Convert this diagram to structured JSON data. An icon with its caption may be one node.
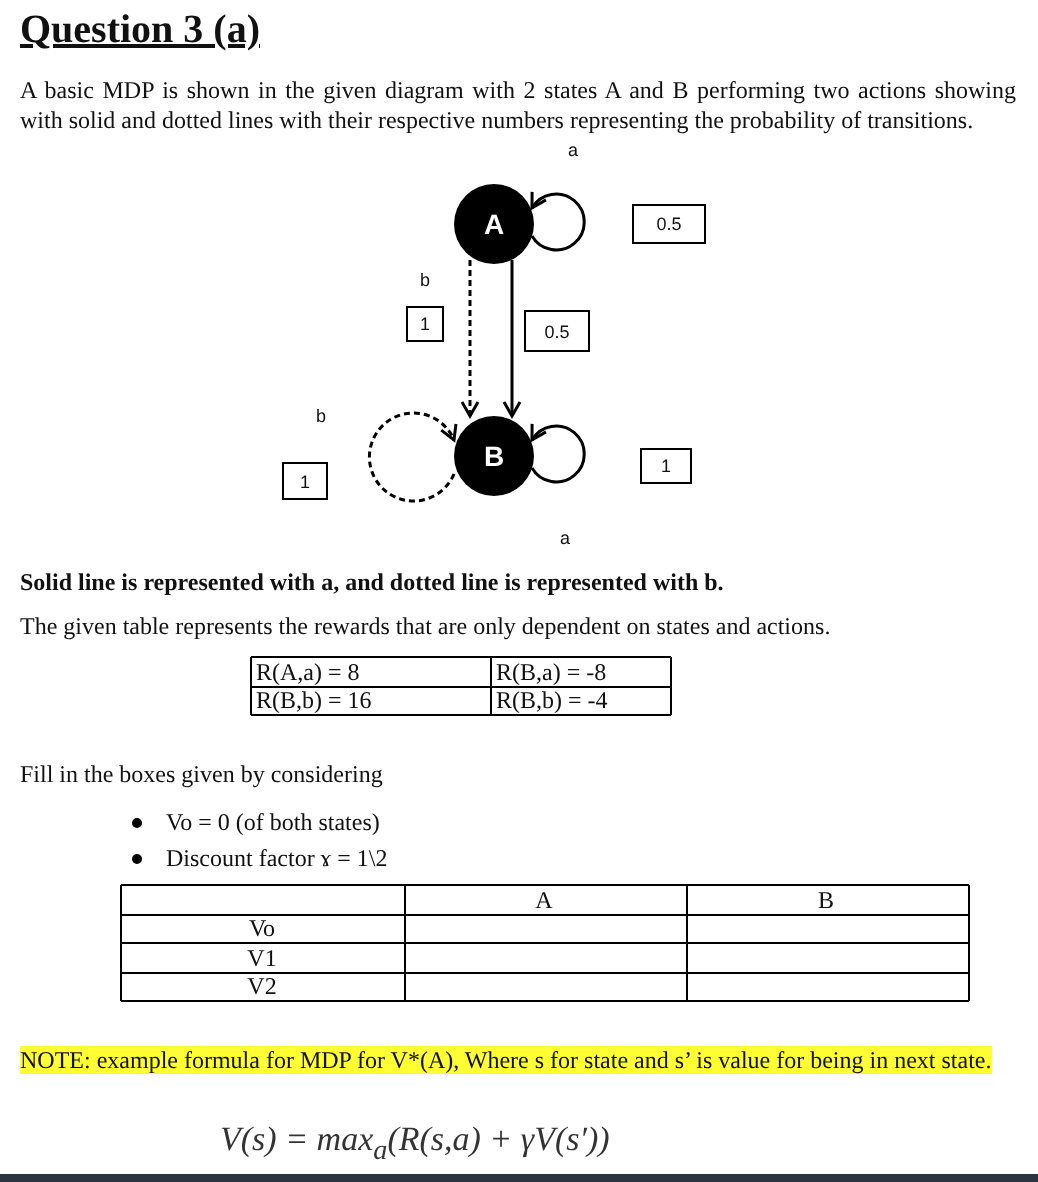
{
  "diagram": {
    "title": "Question 3 (a)",
    "nodes": [
      {
        "text": [
          "A"
        ]
      },
      {
        "text": [
          "B"
        ]
      }
    ],
    "edges": [
      {
        "from": 0,
        "to": 0,
        "arrow": "to",
        "label": "0.5"
      },
      {
        "from": 0,
        "to": 1,
        "arrow": "to",
        "label": "0.5"
      },
      {
        "from": 0,
        "to": 1,
        "arrow": "to",
        "label": "1",
        "style": "dashed"
      },
      {
        "from": 1,
        "to": 1,
        "arrow": "to",
        "label": "1"
      },
      {
        "from": 1,
        "to": 1,
        "arrow": "to",
        "label": "1",
        "style": "dashed"
      }
    ],
    "labels": [
      "A basic MDP is shown in the given diagram with 2 states A and B performing two actions showing with solid and dotted lines with their respective numbers representing the probability of transitions.",
      "a",
      "b",
      "b",
      "a",
      "Solid line is represented with a, and dotted line is represented with b.",
      "The given table represents the rewards that are only dependent on states and actions.",
      "R(A,a) = 8",
      "R(B,a) = -8",
      "R(B,b) = 16",
      "R(B,b) = -4",
      "Fill in the boxes given by considering",
      "Vo = 0 (of both states)",
      "Discount factor ɤ = 1\\2",
      "A",
      "B",
      "Vo",
      "V1",
      "V2",
      "NOTE: example formula for MDP for V*(A), Where s for state and s’ is value for being in next state.",
      "V(s) = max$_{a}$(R(s,a) + γV(s′))"
    ]
  }
}
